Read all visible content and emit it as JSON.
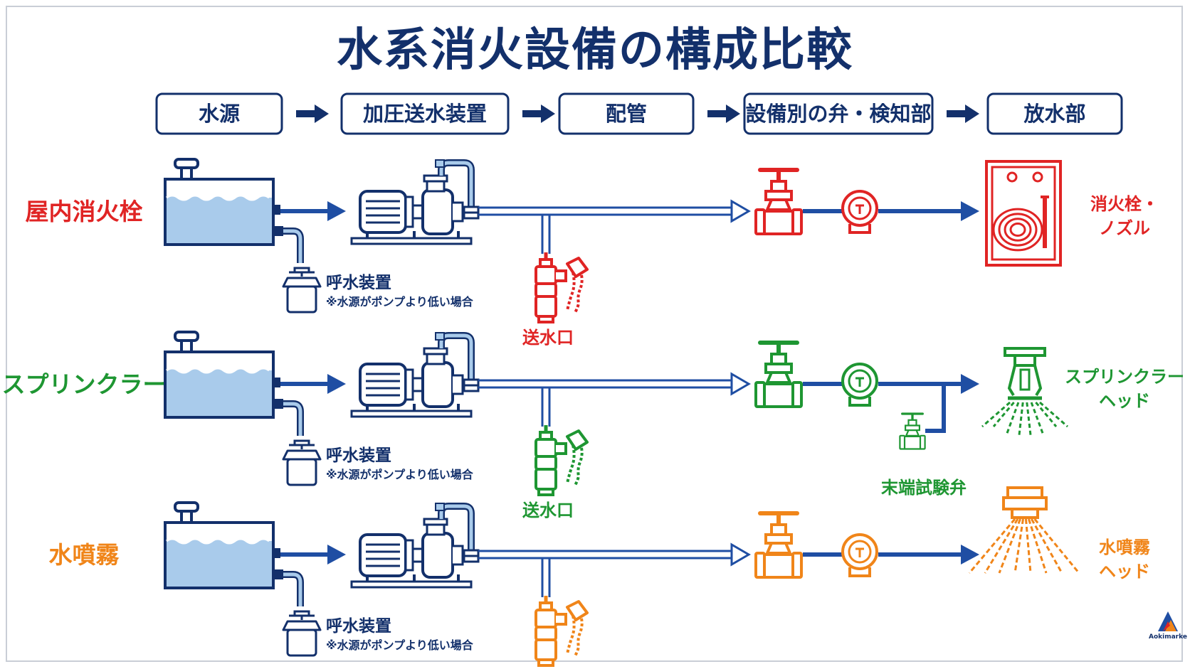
{
  "title": "水系消火設備の構成比較",
  "colors": {
    "navy": "#13306b",
    "pipe": "#1f4ea3",
    "water": "#a9cbeb",
    "red": "#e02424",
    "green": "#1e9632",
    "orange": "#f08519"
  },
  "flow_steps": [
    {
      "label": "水源"
    },
    {
      "label": "加圧送水装置"
    },
    {
      "label": "配管"
    },
    {
      "label": "設備別の弁・検知部"
    },
    {
      "label": "放水部"
    }
  ],
  "rows": [
    {
      "name": "屋内消火栓",
      "color": "red",
      "priming_label": "呼水装置",
      "priming_note": "※水源がポンプより低い場合",
      "inlet_label": "送水口",
      "outlet_icon": "hose-cabinet-icon",
      "outlet_label_line1": "消火栓・",
      "outlet_label_line2": "ノズル"
    },
    {
      "name": "スプリンクラー",
      "color": "green",
      "priming_label": "呼水装置",
      "priming_note": "※水源がポンプより低い場合",
      "inlet_label": "送水口",
      "test_valve_label": "末端試験弁",
      "outlet_icon": "sprinkler-head-icon",
      "outlet_label_line1": "スプリンクラー",
      "outlet_label_line2": "ヘッド"
    },
    {
      "name": "水噴霧",
      "color": "orange",
      "priming_label": "呼水装置",
      "priming_note": "※水源がポンプより低い場合",
      "outlet_icon": "spray-nozzle-icon",
      "outlet_label_line1": "水噴霧",
      "outlet_label_line2": "ヘッド"
    }
  ],
  "logo": {
    "text": "Aokimarke"
  }
}
